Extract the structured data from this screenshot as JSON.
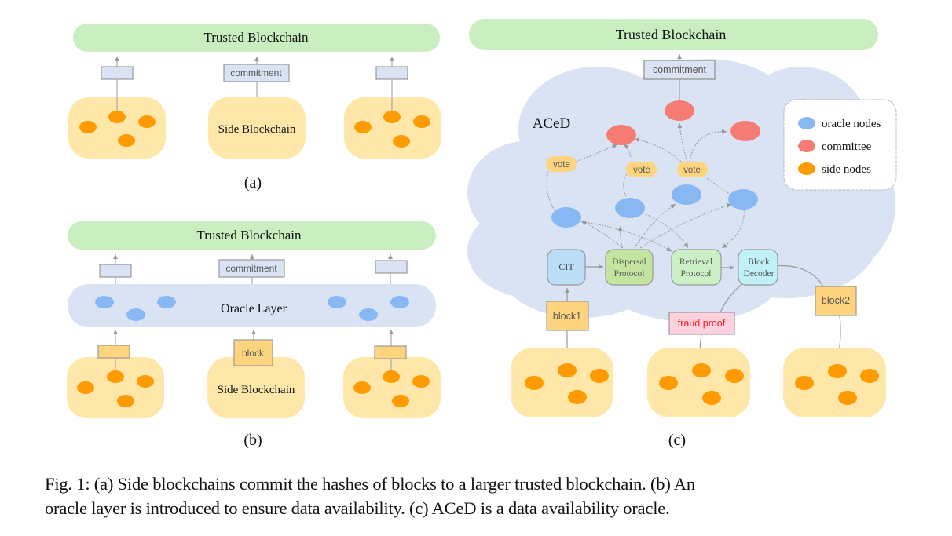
{
  "colors": {
    "trusted_fill": "#c9efc1",
    "side_fill": "#fee7a9",
    "side_node": "#ff9a00",
    "oracle_layer_fill": "#dae3f3",
    "oracle_node": "#88b8f4",
    "committee_node": "#f57b74",
    "commit_box_fill": "#dae3f3",
    "block_box_fill": "#ffd47f",
    "vote_fill": "#ffd47f",
    "cit_fill": "#bcdff8",
    "dispersal_fill": "#c4e5a0",
    "retrieval_fill": "#ccf0c6",
    "decoder_fill": "#c0f0f8",
    "fraud_fill": "#ffd0dd",
    "fraud_text": "#ff1a1a",
    "edge": "#999999"
  },
  "panel_a": {
    "trusted_label": "Trusted Blockchain",
    "commitment_label": "commitment",
    "side_label": "Side Blockchain",
    "sublabel": "(a)"
  },
  "panel_b": {
    "trusted_label": "Trusted Blockchain",
    "commitment_label": "commitment",
    "oracle_layer_label": "Oracle Layer",
    "block_label": "block",
    "side_label": "Side Blockchain",
    "sublabel": "(b)"
  },
  "panel_c": {
    "trusted_label": "Trusted Blockchain",
    "commitment_label": "commitment",
    "cloud_label": "ACeD",
    "vote_labels": [
      "vote",
      "vote",
      "vote"
    ],
    "cit_label": "CIT",
    "dispersal_label": [
      "Dispersal",
      "Protocol"
    ],
    "retrieval_label": [
      "Retrieval",
      "Protocol"
    ],
    "decoder_label": [
      "Block",
      "Decoder"
    ],
    "block1_label": "block1",
    "block2_label": "block2",
    "fraud_label": "fraud proof",
    "legend": [
      {
        "label": "oracle nodes",
        "color_key": "oracle_node"
      },
      {
        "label": "committee",
        "color_key": "committee_node"
      },
      {
        "label": "side nodes",
        "color_key": "side_node"
      }
    ],
    "sublabel": "(c)"
  },
  "caption": {
    "line1": "Fig. 1: (a) Side blockchains commit the hashes of blocks to a larger trusted blockchain. (b) An",
    "line2": "oracle layer is introduced to ensure data availability. (c) ACeD is a data availability oracle."
  }
}
